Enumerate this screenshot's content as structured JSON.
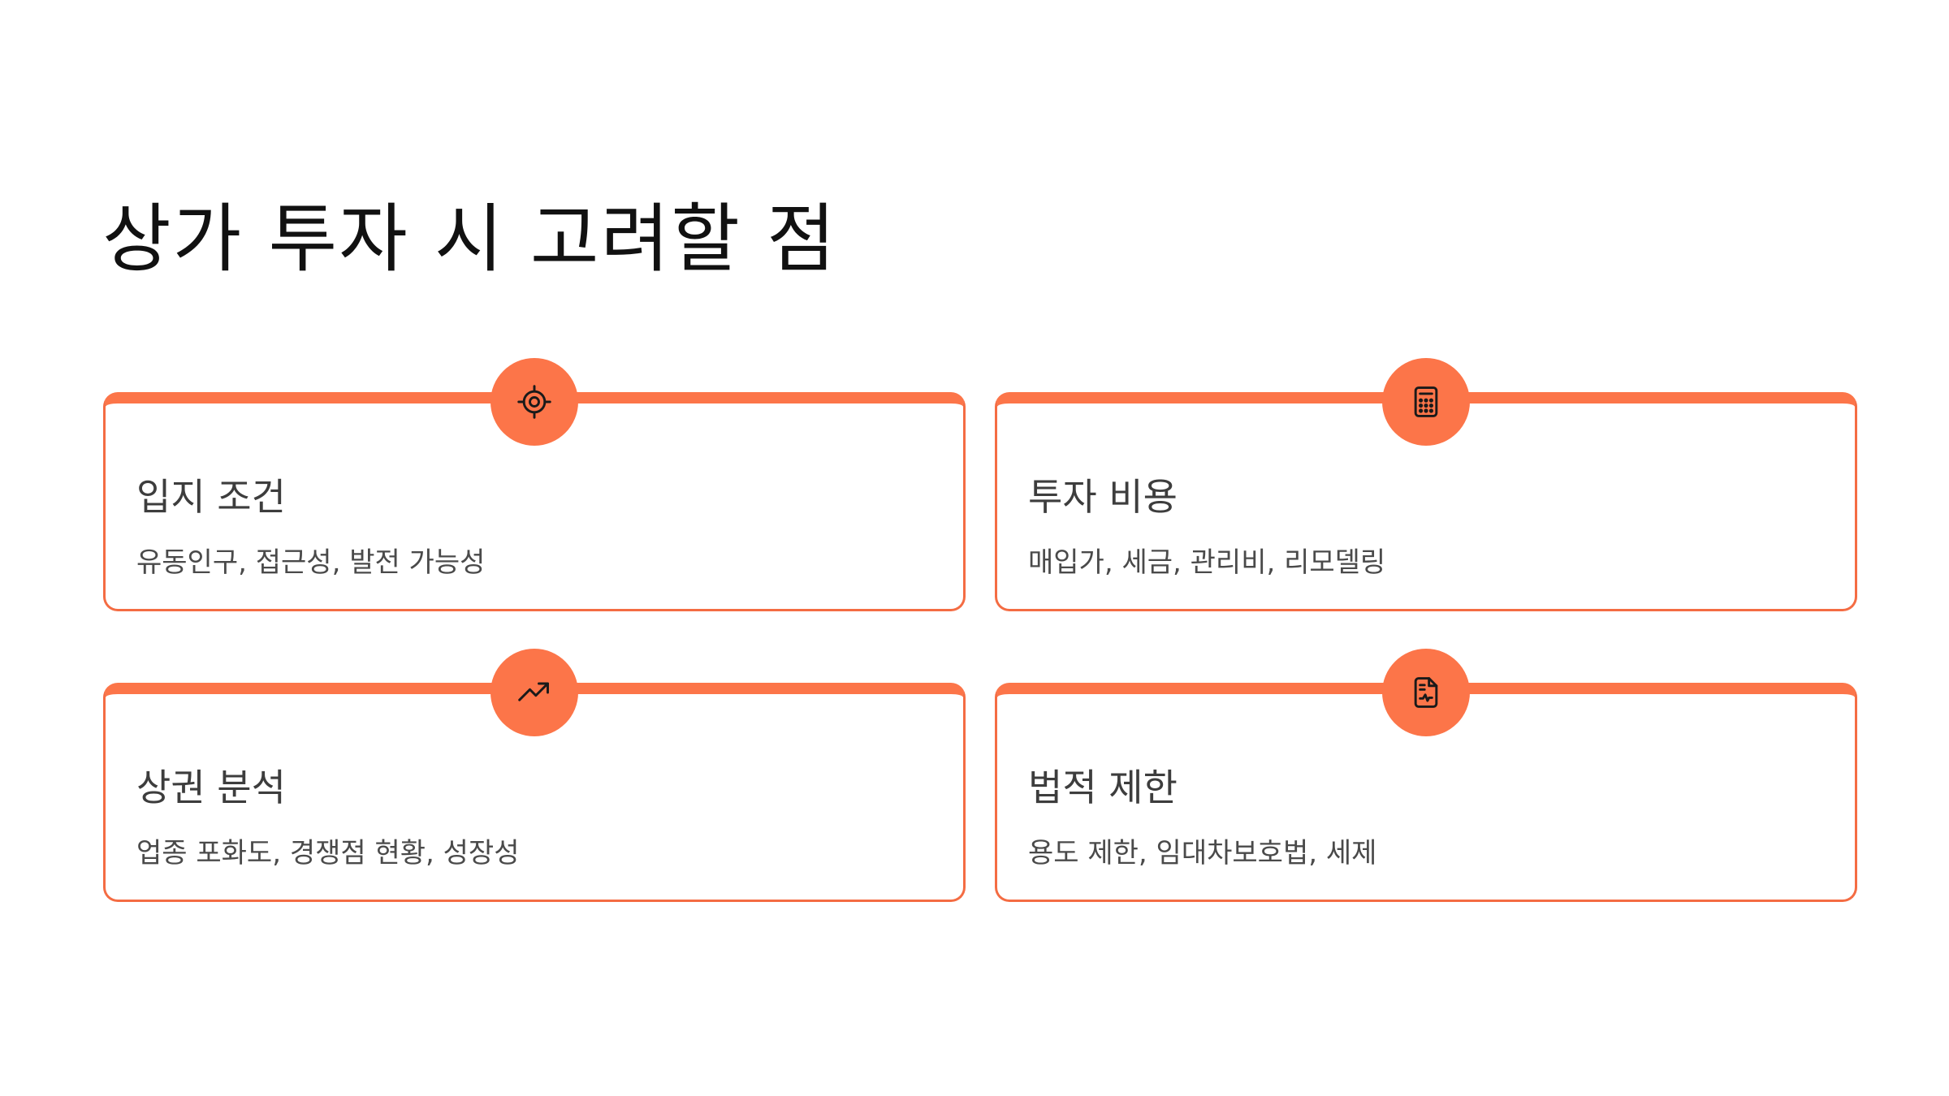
{
  "title": "상가 투자 시 고려할 점",
  "colors": {
    "accent": "#fc7549",
    "border": "#f46c43",
    "title_text": "#111111",
    "body_text": "#4a4a4a"
  },
  "cards": [
    {
      "icon": "target-icon",
      "title": "입지 조건",
      "description": "유동인구, 접근성, 발전 가능성"
    },
    {
      "icon": "calculator-icon",
      "title": "투자 비용",
      "description": "매입가, 세금, 관리비, 리모델링"
    },
    {
      "icon": "trending-up-icon",
      "title": "상권 분석",
      "description": "업종 포화도, 경쟁점 현황, 성장성"
    },
    {
      "icon": "document-chart-icon",
      "title": "법적 제한",
      "description": "용도 제한, 임대차보호법, 세제"
    }
  ]
}
